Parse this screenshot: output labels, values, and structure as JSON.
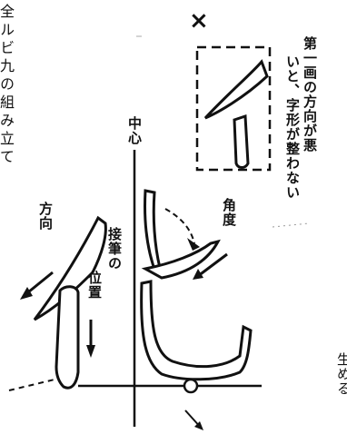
{
  "page": {
    "cropped_left_margin_text": "全ルビ九の組み立て",
    "cropped_right_margin_text": "生める"
  },
  "figure": {
    "wrong_mark": "×",
    "note_line1": "第一画の方向が悪",
    "note_line2": "いと、字形が整わない",
    "label_center": "中心",
    "label_direction": "方向",
    "label_contact": "接筆の",
    "label_position": "位置",
    "label_angle": "角度"
  }
}
